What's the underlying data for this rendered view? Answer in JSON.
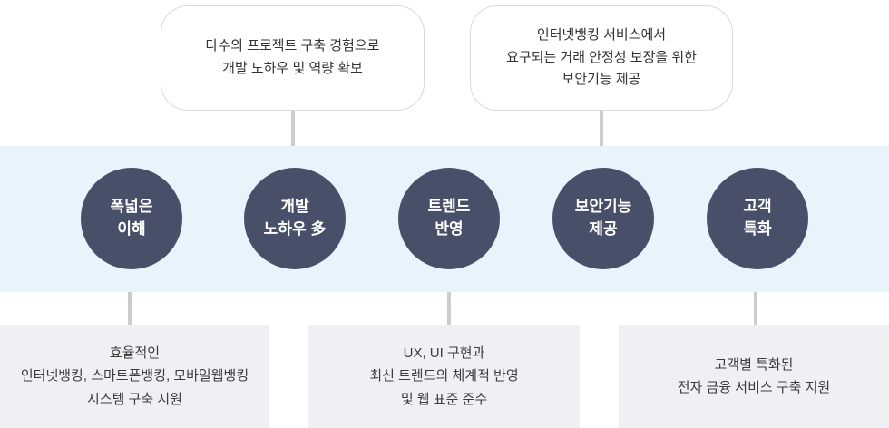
{
  "colors": {
    "band_background": "#e7f4fc",
    "circle_background": "#484f69",
    "circle_text": "#ffffff",
    "block_background": "#eff0f4",
    "connector_line": "#cccccc",
    "bubble_border": "#d9d9d9",
    "body_text": "#333333"
  },
  "bubbles": [
    {
      "lines": [
        "다수의 프로젝트 구축 경험으로",
        "개발 노하우 및 역량 확보"
      ]
    },
    {
      "lines": [
        "인터넷뱅킹 서비스에서",
        "요구되는 거래 안정성 보장을 위한",
        "보안기능 제공"
      ]
    }
  ],
  "circles": [
    {
      "lines": [
        "폭넓은",
        "이해"
      ]
    },
    {
      "lines": [
        "개발",
        "노하우 多"
      ]
    },
    {
      "lines": [
        "트렌드",
        "반영"
      ]
    },
    {
      "lines": [
        "보안기능",
        "제공"
      ]
    },
    {
      "lines": [
        "고객",
        "특화"
      ]
    }
  ],
  "blocks": [
    {
      "lines": [
        "효율적인",
        "인터넷뱅킹, 스마트폰뱅킹, 모바일웹뱅킹",
        "시스템 구축 지원"
      ]
    },
    {
      "lines": [
        "UX, UI 구현과",
        "최신 트렌드의 체계적 반영",
        "및 웹 표준 준수"
      ]
    },
    {
      "lines": [
        "고객별 특화된",
        "전자 금융 서비스 구축 지원"
      ]
    }
  ]
}
